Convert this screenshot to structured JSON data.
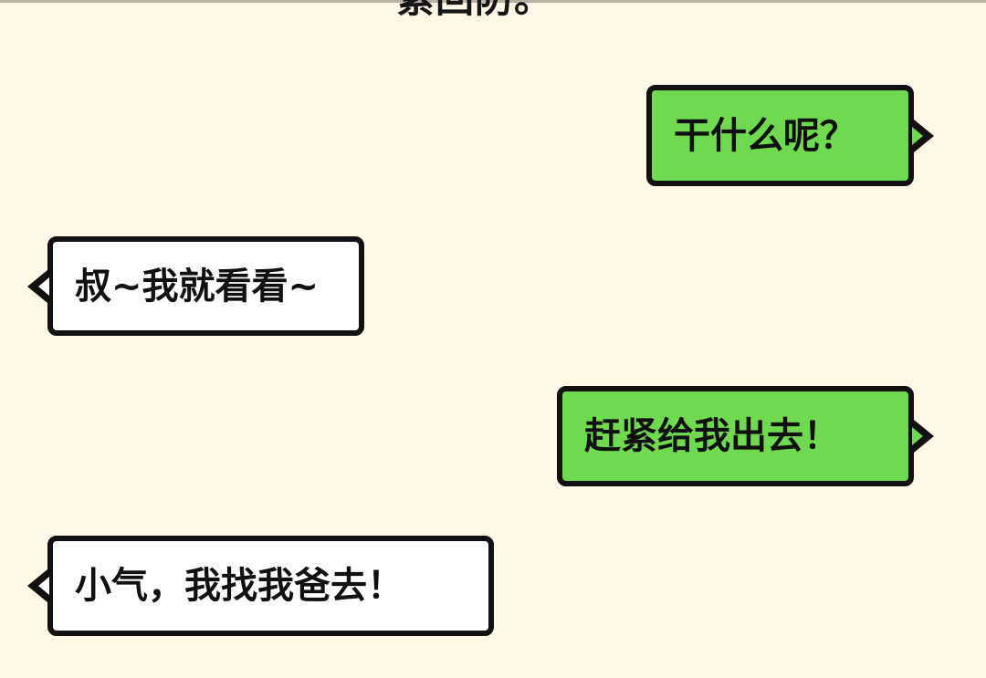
{
  "top_text": "紧回防。",
  "colors": {
    "background": "#FFF8E6",
    "green_bubble": "#6FD94F",
    "white_bubble": "#FFFFFF",
    "outline": "#111111"
  },
  "messages": [
    {
      "side": "right",
      "style": "green",
      "text": "干什么呢？"
    },
    {
      "side": "left",
      "style": "white",
      "text": "叔~我就看看~"
    },
    {
      "side": "right",
      "style": "green",
      "text": "赶紧给我出去！"
    },
    {
      "side": "left",
      "style": "white",
      "text": "小气，我找我爸去！"
    }
  ]
}
